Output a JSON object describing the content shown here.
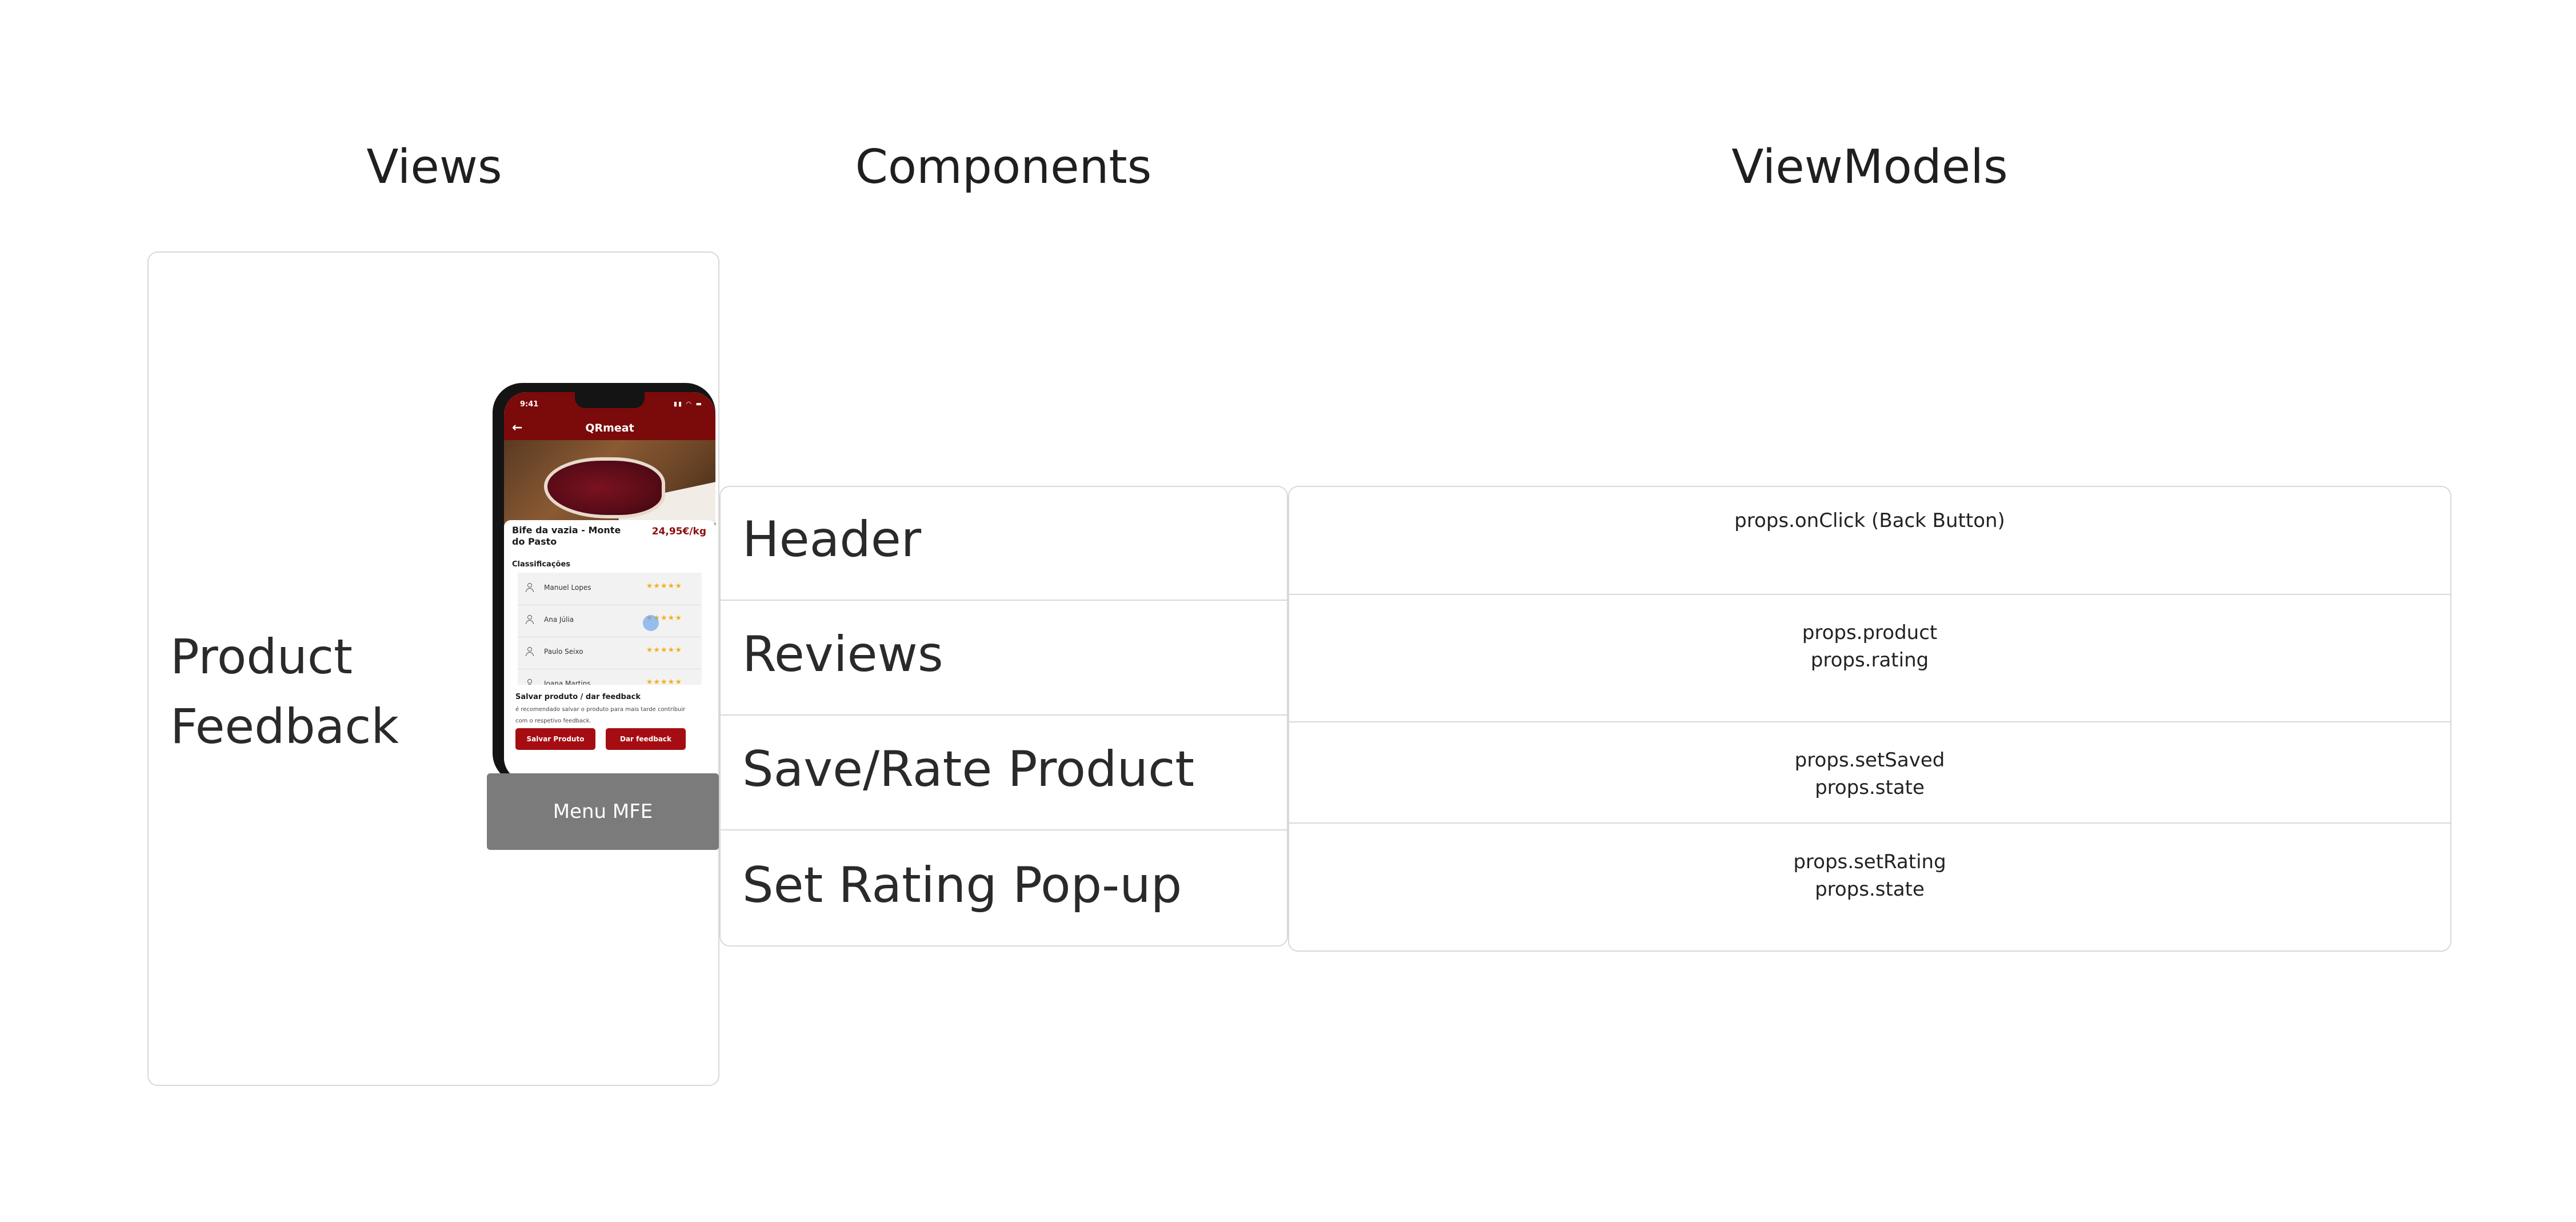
{
  "columns": {
    "views": "Views",
    "components": "Components",
    "viewmodels": "ViewModels"
  },
  "view": {
    "label_line1": "Product",
    "label_line2": "Feedback",
    "menu_mfe": "Menu MFE"
  },
  "phone": {
    "status_time": "9:41",
    "app_title": "QRmeat",
    "product_name": "Bife da vazia - Monte do Pasto",
    "product_price": "24,95€/kg",
    "ratings_title": "Classificações",
    "reviews": [
      {
        "name": "Manuel Lopes",
        "stars": "★★★★★"
      },
      {
        "name": "Ana Júlia",
        "stars": "★★★★★"
      },
      {
        "name": "Paulo Seixo",
        "stars": "★★★★★"
      },
      {
        "name": "Joana Martins",
        "stars": "★★★★★"
      }
    ],
    "save_title": "Salvar produto / dar feedback",
    "save_desc": "é recomendado salvar o produto para mais tarde contribuir com o respetivo feedback.",
    "save_button": "Salvar Produto",
    "feedback_button": "Dar feedback",
    "colors": {
      "brand": "#7b0a0a",
      "button": "#a50d12",
      "stars": "#f2b01e"
    }
  },
  "components": [
    "Header",
    "Reviews",
    "Save/Rate Product",
    "Set Rating Pop-up"
  ],
  "viewmodels": [
    {
      "lines": [
        "props.onClick (Back Button)"
      ]
    },
    {
      "lines": [
        "props.product",
        "props.rating"
      ]
    },
    {
      "lines": [
        "props.setSaved",
        "props.state"
      ]
    },
    {
      "lines": [
        "props.setRating",
        "props.state"
      ]
    }
  ]
}
